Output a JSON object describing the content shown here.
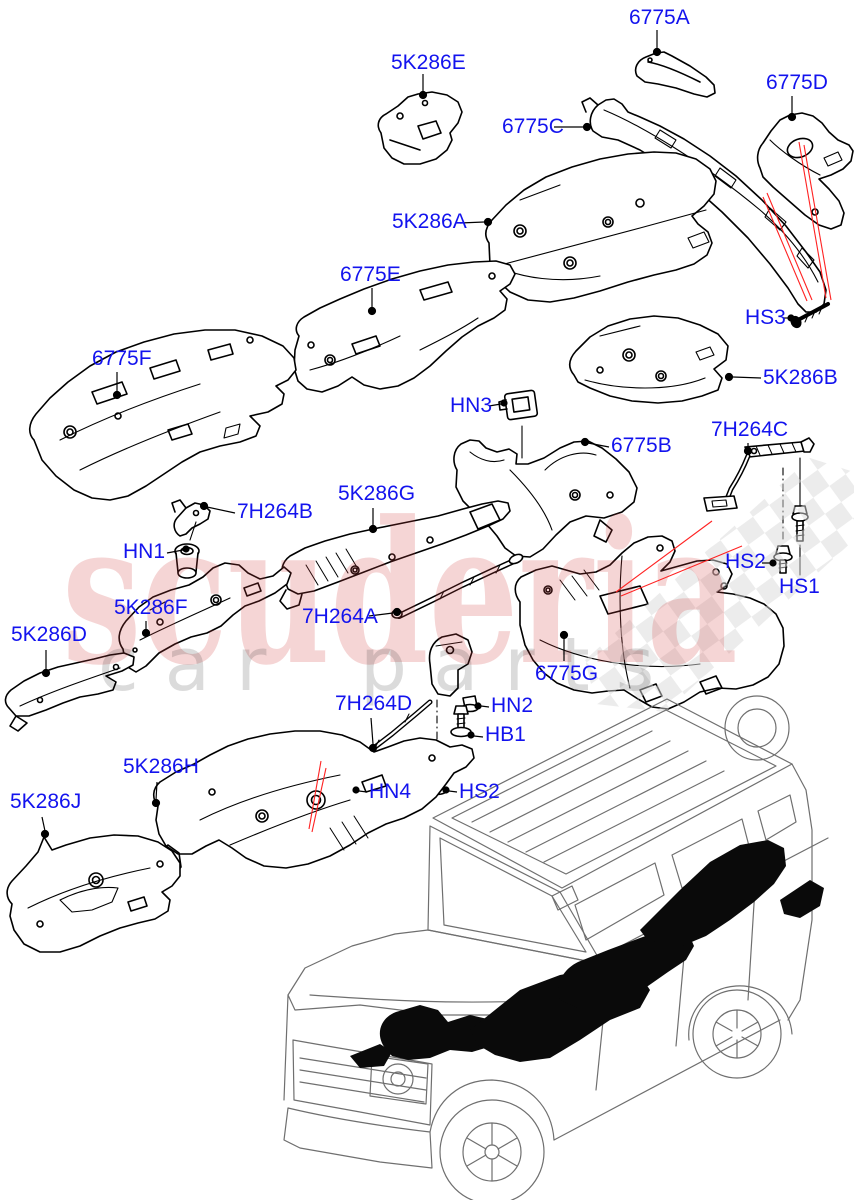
{
  "watermark": {
    "primary": "scuderia",
    "secondary": "car parts",
    "accent_color": "#d33f3f",
    "checker_color": "#d9d9d9"
  },
  "colors": {
    "label_blue": "#1313ee",
    "leader_black": "#000000",
    "callout_red": "#ff2222",
    "vehicle_gray": "#6f6f6f",
    "shield_fill": "#0a0a0a"
  },
  "callouts": [
    {
      "text": "5K286E"
    },
    {
      "text": "6775A"
    },
    {
      "text": "6775C"
    },
    {
      "text": "6775D"
    },
    {
      "text": "5K286A"
    },
    {
      "text": "HS3"
    },
    {
      "text": "5K286B"
    },
    {
      "text": "6775E"
    },
    {
      "text": "6775F"
    },
    {
      "text": "HN3"
    },
    {
      "text": "6775B"
    },
    {
      "text": "7H264C"
    },
    {
      "text": "HS2"
    },
    {
      "text": "HS1"
    },
    {
      "text": "7H264B"
    },
    {
      "text": "HN1"
    },
    {
      "text": "5K286G"
    },
    {
      "text": "7H264A"
    },
    {
      "text": "5K286F"
    },
    {
      "text": "5K286D"
    },
    {
      "text": "6775G"
    },
    {
      "text": "7H264D"
    },
    {
      "text": "HN2"
    },
    {
      "text": "HB1"
    },
    {
      "text": "HN4"
    },
    {
      "text": "HS2"
    },
    {
      "text": "5K286H"
    },
    {
      "text": "5K286J"
    }
  ]
}
